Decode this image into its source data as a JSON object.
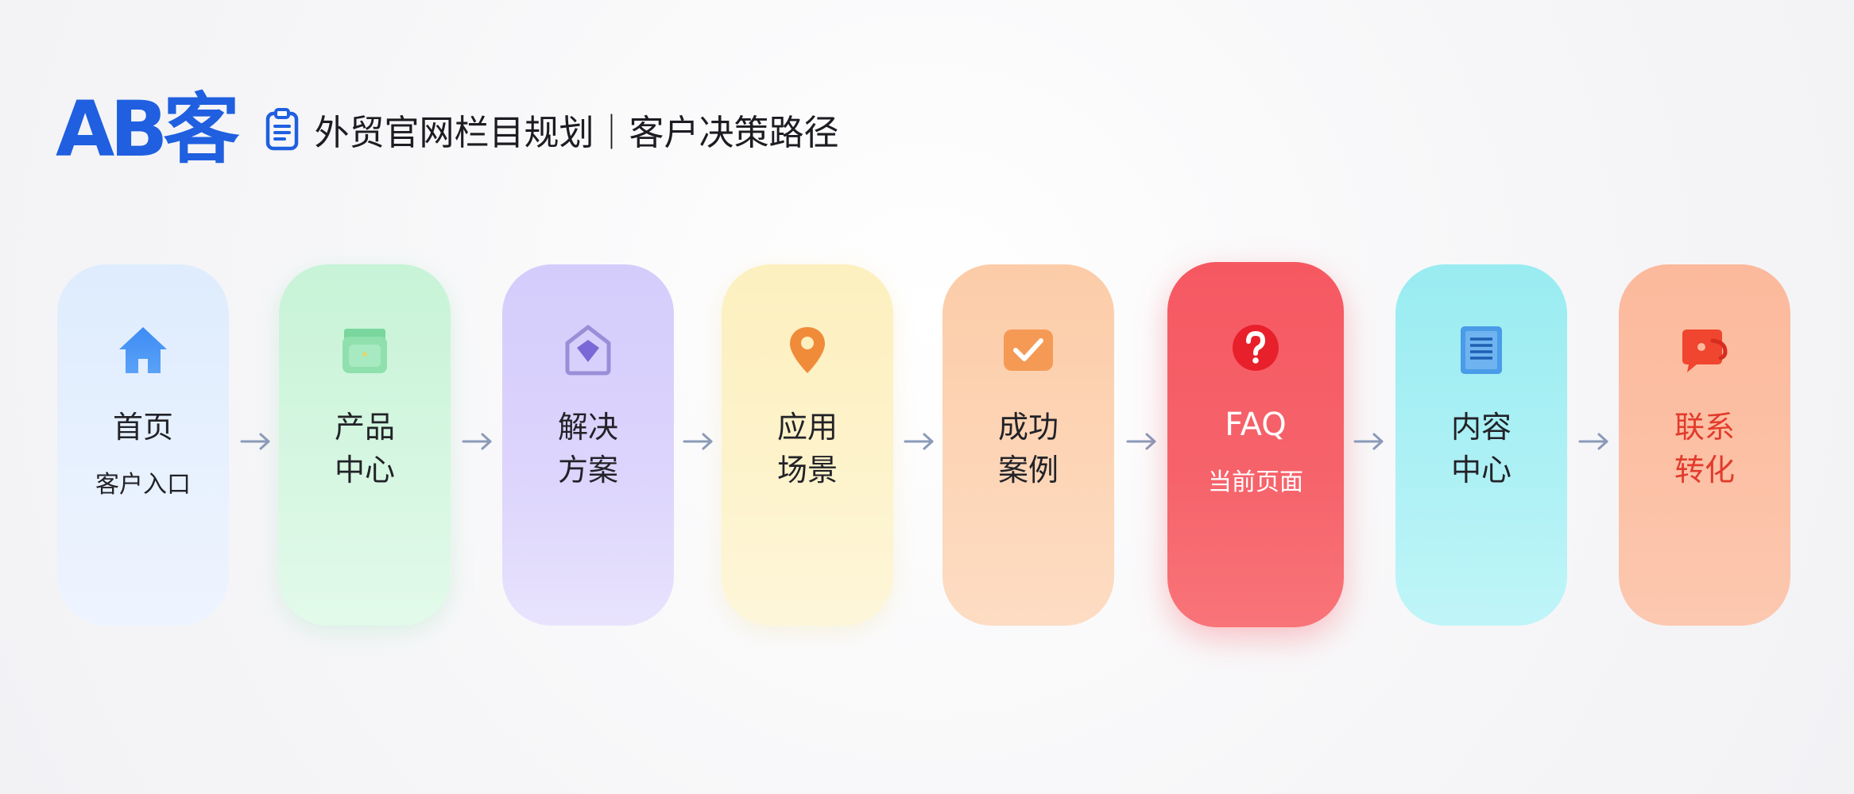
{
  "header": {
    "logo_text": "AB客",
    "title": "外贸官网栏目规划｜客户决策路径",
    "icon": "clipboard-icon"
  },
  "colors": {
    "brand": "#1f5fe0",
    "arrow": "#8a9ab8",
    "current": "#f65862"
  },
  "flow": {
    "steps": [
      {
        "label": "首页",
        "sub": "客户入口",
        "icon": "home-icon"
      },
      {
        "label": "产品\n中心",
        "sub": "",
        "icon": "product-box-icon"
      },
      {
        "label": "解决\n方案",
        "sub": "",
        "icon": "solution-icon"
      },
      {
        "label": "应用\n场景",
        "sub": "",
        "icon": "location-pin-icon"
      },
      {
        "label": "成功\n案例",
        "sub": "",
        "icon": "check-badge-icon"
      },
      {
        "label": "FAQ",
        "sub": "当前页面",
        "icon": "question-icon"
      },
      {
        "label": "内容\n中心",
        "sub": "",
        "icon": "document-icon"
      },
      {
        "label": "联系\n转化",
        "sub": "",
        "icon": "contact-icon"
      }
    ]
  }
}
